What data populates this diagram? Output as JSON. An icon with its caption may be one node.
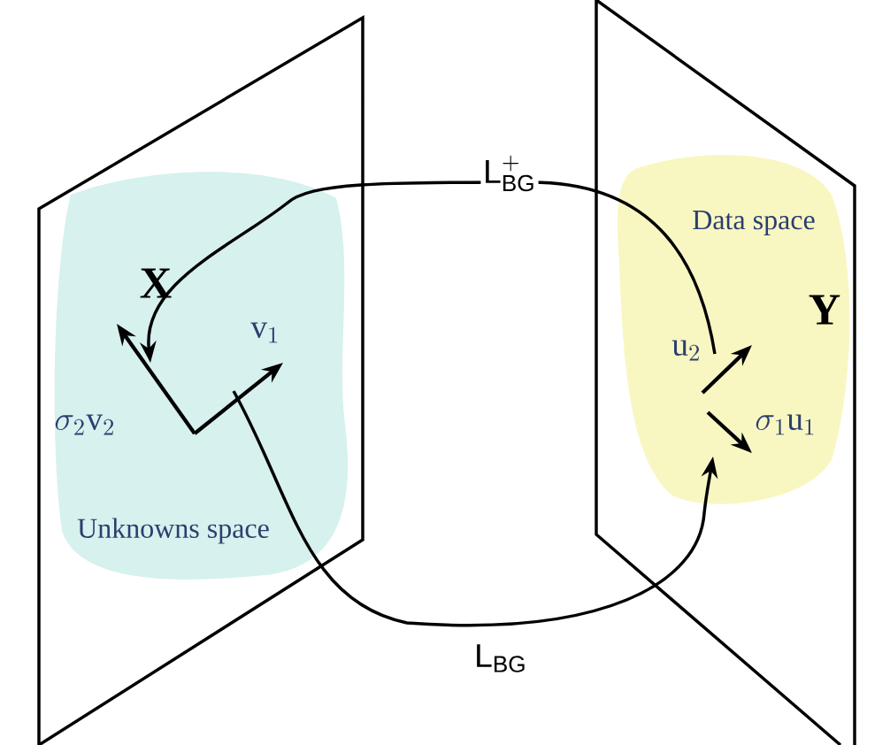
{
  "diagram": {
    "nodes": [
      {
        "text": [],
        "shape": "plane"
      },
      {
        "text": [
          "X",
          "Unknowns space"
        ],
        "in": 0
      },
      {
        "text": [],
        "shape": "plane"
      },
      {
        "text": [
          "Data space",
          "Y"
        ],
        "in": 2
      }
    ],
    "edges": [
      {
        "from": 3,
        "to": 1,
        "arrow": "to",
        "label": "\\mathsf{L}^{+}_{\\mathsf{BG}}"
      },
      {
        "from": 1,
        "to": 3,
        "arrow": "to",
        "label": "\\mathsf{L}_{\\mathsf{BG}}"
      }
    ],
    "labels": [
      "\\sigma_{2}\\mathrm{v}_{2}",
      "\\mathrm{v}_{1}",
      "\\mathrm{u}_{2}",
      "\\sigma_{1}\\mathrm{u}_{1}"
    ]
  }
}
